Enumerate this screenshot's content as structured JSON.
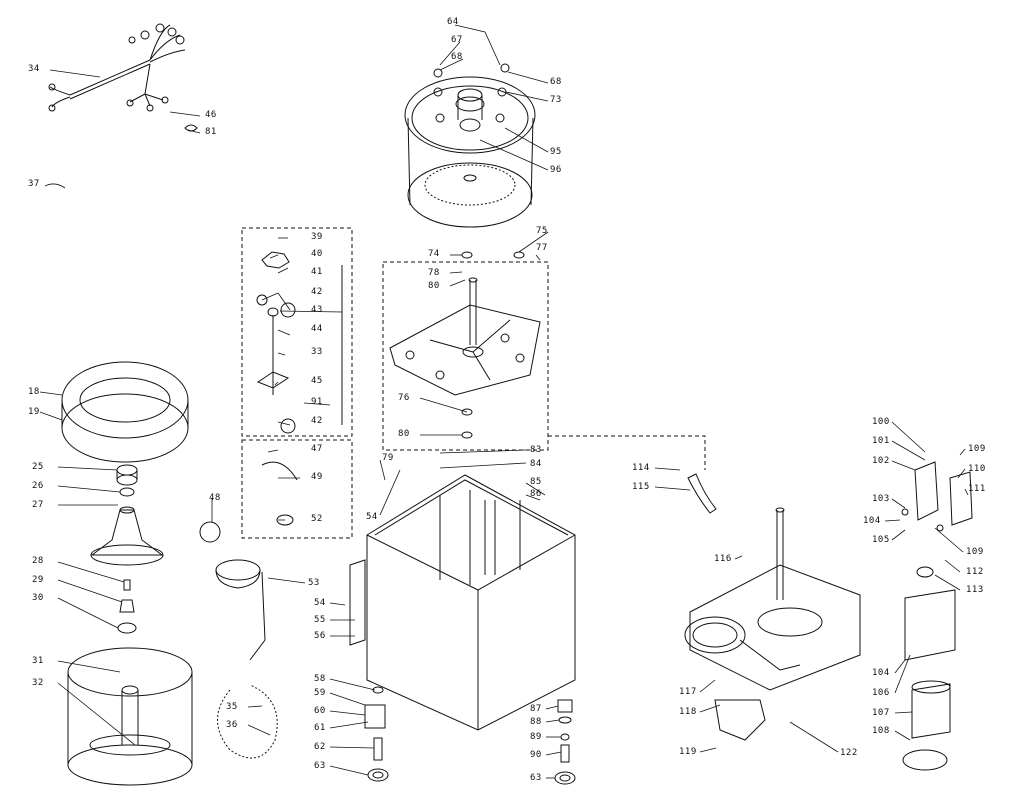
{
  "diagram": {
    "background": "#ffffff",
    "ink": "#111111",
    "callouts": [
      "64",
      "67",
      "68",
      "68",
      "73",
      "95",
      "96",
      "34",
      "46",
      "81",
      "37",
      "39",
      "40",
      "41",
      "42",
      "43",
      "44",
      "33",
      "45",
      "91",
      "42",
      "47",
      "49",
      "52",
      "74",
      "75",
      "77",
      "78",
      "80",
      "76",
      "80",
      "83",
      "84",
      "85",
      "86",
      "79",
      "54",
      "18",
      "19",
      "25",
      "26",
      "27",
      "28",
      "29",
      "30",
      "31",
      "32",
      "48",
      "53",
      "54",
      "55",
      "56",
      "58",
      "59",
      "60",
      "61",
      "62",
      "63",
      "35",
      "36",
      "87",
      "88",
      "89",
      "90",
      "63",
      "114",
      "115",
      "116",
      "117",
      "118",
      "119",
      "122",
      "100",
      "101",
      "102",
      "103",
      "104",
      "105",
      "109",
      "110",
      "111",
      "109",
      "112",
      "113",
      "104",
      "106",
      "107",
      "108"
    ]
  }
}
